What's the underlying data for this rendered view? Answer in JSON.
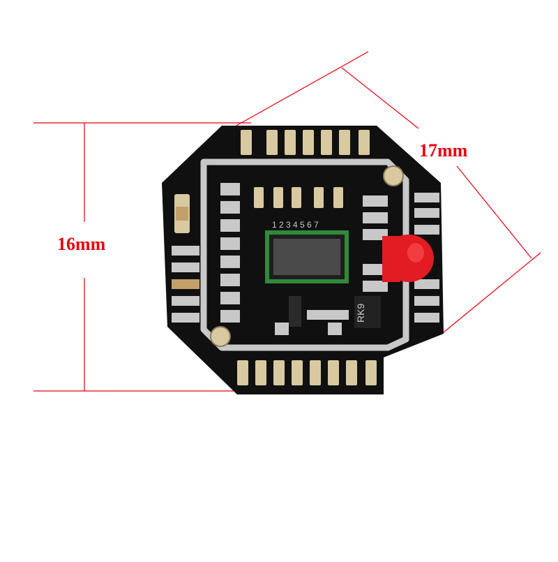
{
  "dimensions": {
    "height_label": "16mm",
    "width_label": "17mm"
  },
  "silkscreen": {
    "pin_numbers": "1 2 3 4 5 6 7",
    "chip_marking": "RK9"
  },
  "colors": {
    "dimension_line": "#e8000f",
    "dimension_text": "#e8000f",
    "pcb": "#101010",
    "silkscreen": "#c8c8c8",
    "pad_gold": "#d9c9a0",
    "led": "#e31b23",
    "sensor_border": "#2f8a3a"
  }
}
